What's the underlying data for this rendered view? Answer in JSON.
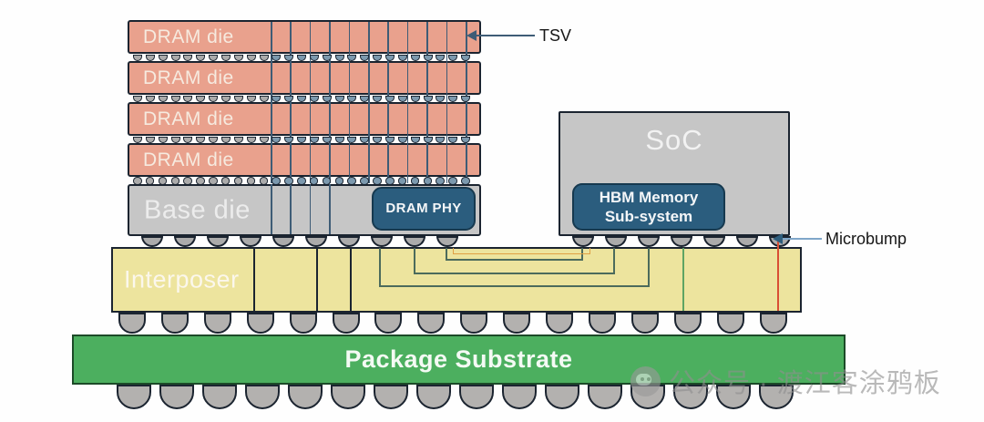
{
  "colors": {
    "dram_die_fill": "#E9A18D",
    "gray_die_fill": "#C6C6C6",
    "die_border": "#1B2430",
    "accent_box_fill": "#2B5D7E",
    "accent_box_border": "#16394F",
    "interposer_fill": "#EDE49E",
    "substrate_fill": "#4CAF5F",
    "substrate_border": "#1C4A28",
    "bump_fill": "#ABABAB",
    "c4_fill": "#B3B1AF",
    "bump_blue_fill": "#7C99AE",
    "tsv_line": "#3E5C76",
    "route_green_dark": "#4C6B5C",
    "route_orange": "#DFA045",
    "route_green_bright": "#5FA463",
    "route_red": "#D94F35",
    "tsv_arrow": "#3E5C76",
    "microbump_arrow_line": "#7FA6C9",
    "microbump_arrow_head": "#2E5E7E",
    "die_text": "#F6EADF"
  },
  "layers": {
    "dram_dies": [
      {
        "label": "DRAM die"
      },
      {
        "label": "DRAM die"
      },
      {
        "label": "DRAM die"
      },
      {
        "label": "DRAM die"
      }
    ],
    "base_die": {
      "label": "Base die"
    },
    "dram_phy": {
      "label": "DRAM PHY"
    },
    "soc": {
      "label": "SoC"
    },
    "hbm_subsystem": {
      "line1": "HBM Memory",
      "line2": "Sub-system"
    },
    "interposer": {
      "label": "Interposer"
    },
    "package_substrate": {
      "label": "Package Substrate"
    }
  },
  "annotations": {
    "tsv": {
      "label": "TSV"
    },
    "microbump": {
      "label": "Microbump"
    }
  },
  "watermark": {
    "text": "公众号 · 渡江客涂鸦板"
  }
}
